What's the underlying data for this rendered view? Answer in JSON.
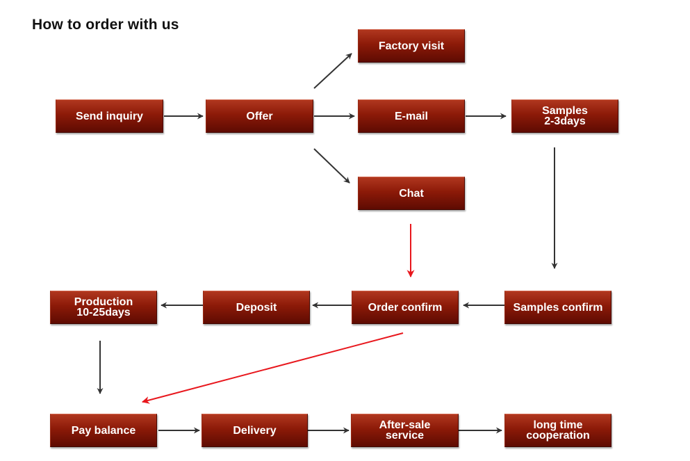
{
  "title": "How to order with us",
  "colors": {
    "box_top": "#b0371f",
    "box_bottom": "#5e0b02",
    "arrow": "#333333",
    "highlight_arrow": "#e8171d"
  },
  "steps": {
    "send_inquiry": "Send inquiry",
    "offer": "Offer",
    "factory_visit": "Factory visit",
    "email": "E-mail",
    "chat": "Chat",
    "samples": "Samples\n2-3days",
    "samples_confirm": "Samples confirm",
    "order_confirm": "Order confirm",
    "deposit": "Deposit",
    "production": "Production\n10-25days",
    "pay_balance": "Pay balance",
    "delivery": "Delivery",
    "after_sale": "After-sale\nservice",
    "long_time": "long time\ncooperation"
  }
}
